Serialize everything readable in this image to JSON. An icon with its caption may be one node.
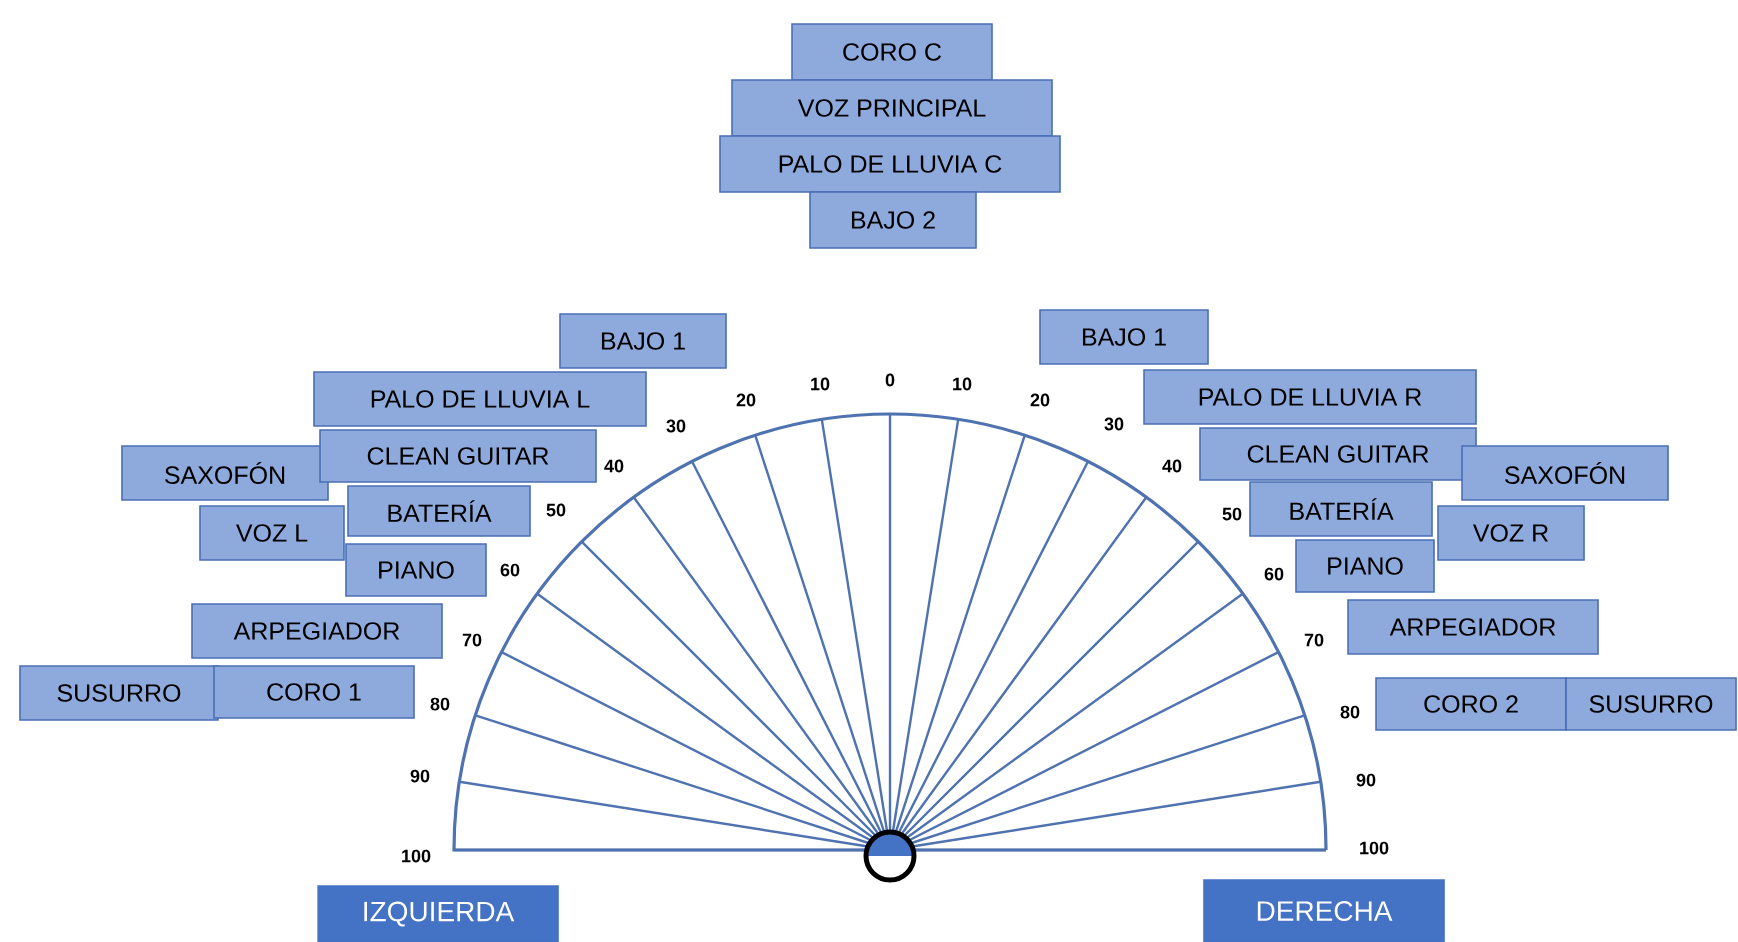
{
  "diagram": {
    "nodes": [
      {
        "text": [
          "CORO C"
        ]
      },
      {
        "text": [
          "VOZ PRINCIPAL"
        ]
      },
      {
        "text": [
          "PALO DE LLUVIA C"
        ]
      },
      {
        "text": [
          "BAJO 2"
        ]
      },
      {
        "text": [
          "BAJO 1"
        ]
      },
      {
        "text": [
          "PALO DE LLUVIA L"
        ]
      },
      {
        "text": [
          "SAXOFÓN"
        ]
      },
      {
        "text": [
          "CLEAN GUITAR"
        ]
      },
      {
        "text": [
          "BATERÍA"
        ]
      },
      {
        "text": [
          "VOZ L"
        ]
      },
      {
        "text": [
          "PIANO"
        ]
      },
      {
        "text": [
          "ARPEGIADOR"
        ]
      },
      {
        "text": [
          "SUSURRO"
        ]
      },
      {
        "text": [
          "CORO 1"
        ]
      },
      {
        "text": [
          "BAJO 1"
        ]
      },
      {
        "text": [
          "PALO DE LLUVIA R"
        ]
      },
      {
        "text": [
          "CLEAN GUITAR"
        ]
      },
      {
        "text": [
          "SAXOFÓN"
        ]
      },
      {
        "text": [
          "BATERÍA"
        ]
      },
      {
        "text": [
          "VOZ R"
        ]
      },
      {
        "text": [
          "PIANO"
        ]
      },
      {
        "text": [
          "ARPEGIADOR"
        ]
      },
      {
        "text": [
          "CORO 2"
        ]
      },
      {
        "text": [
          "SUSURRO"
        ]
      },
      {
        "text": [
          "IZQUIERDA"
        ]
      },
      {
        "text": [
          "DERECHA"
        ]
      }
    ],
    "labels": [
      "10",
      "0",
      "10",
      "20",
      "20",
      "30",
      "30",
      "40",
      "40",
      "50",
      "50",
      "60",
      "60",
      "70",
      "70",
      "80",
      "80",
      "90",
      "90",
      "100",
      "100"
    ]
  }
}
